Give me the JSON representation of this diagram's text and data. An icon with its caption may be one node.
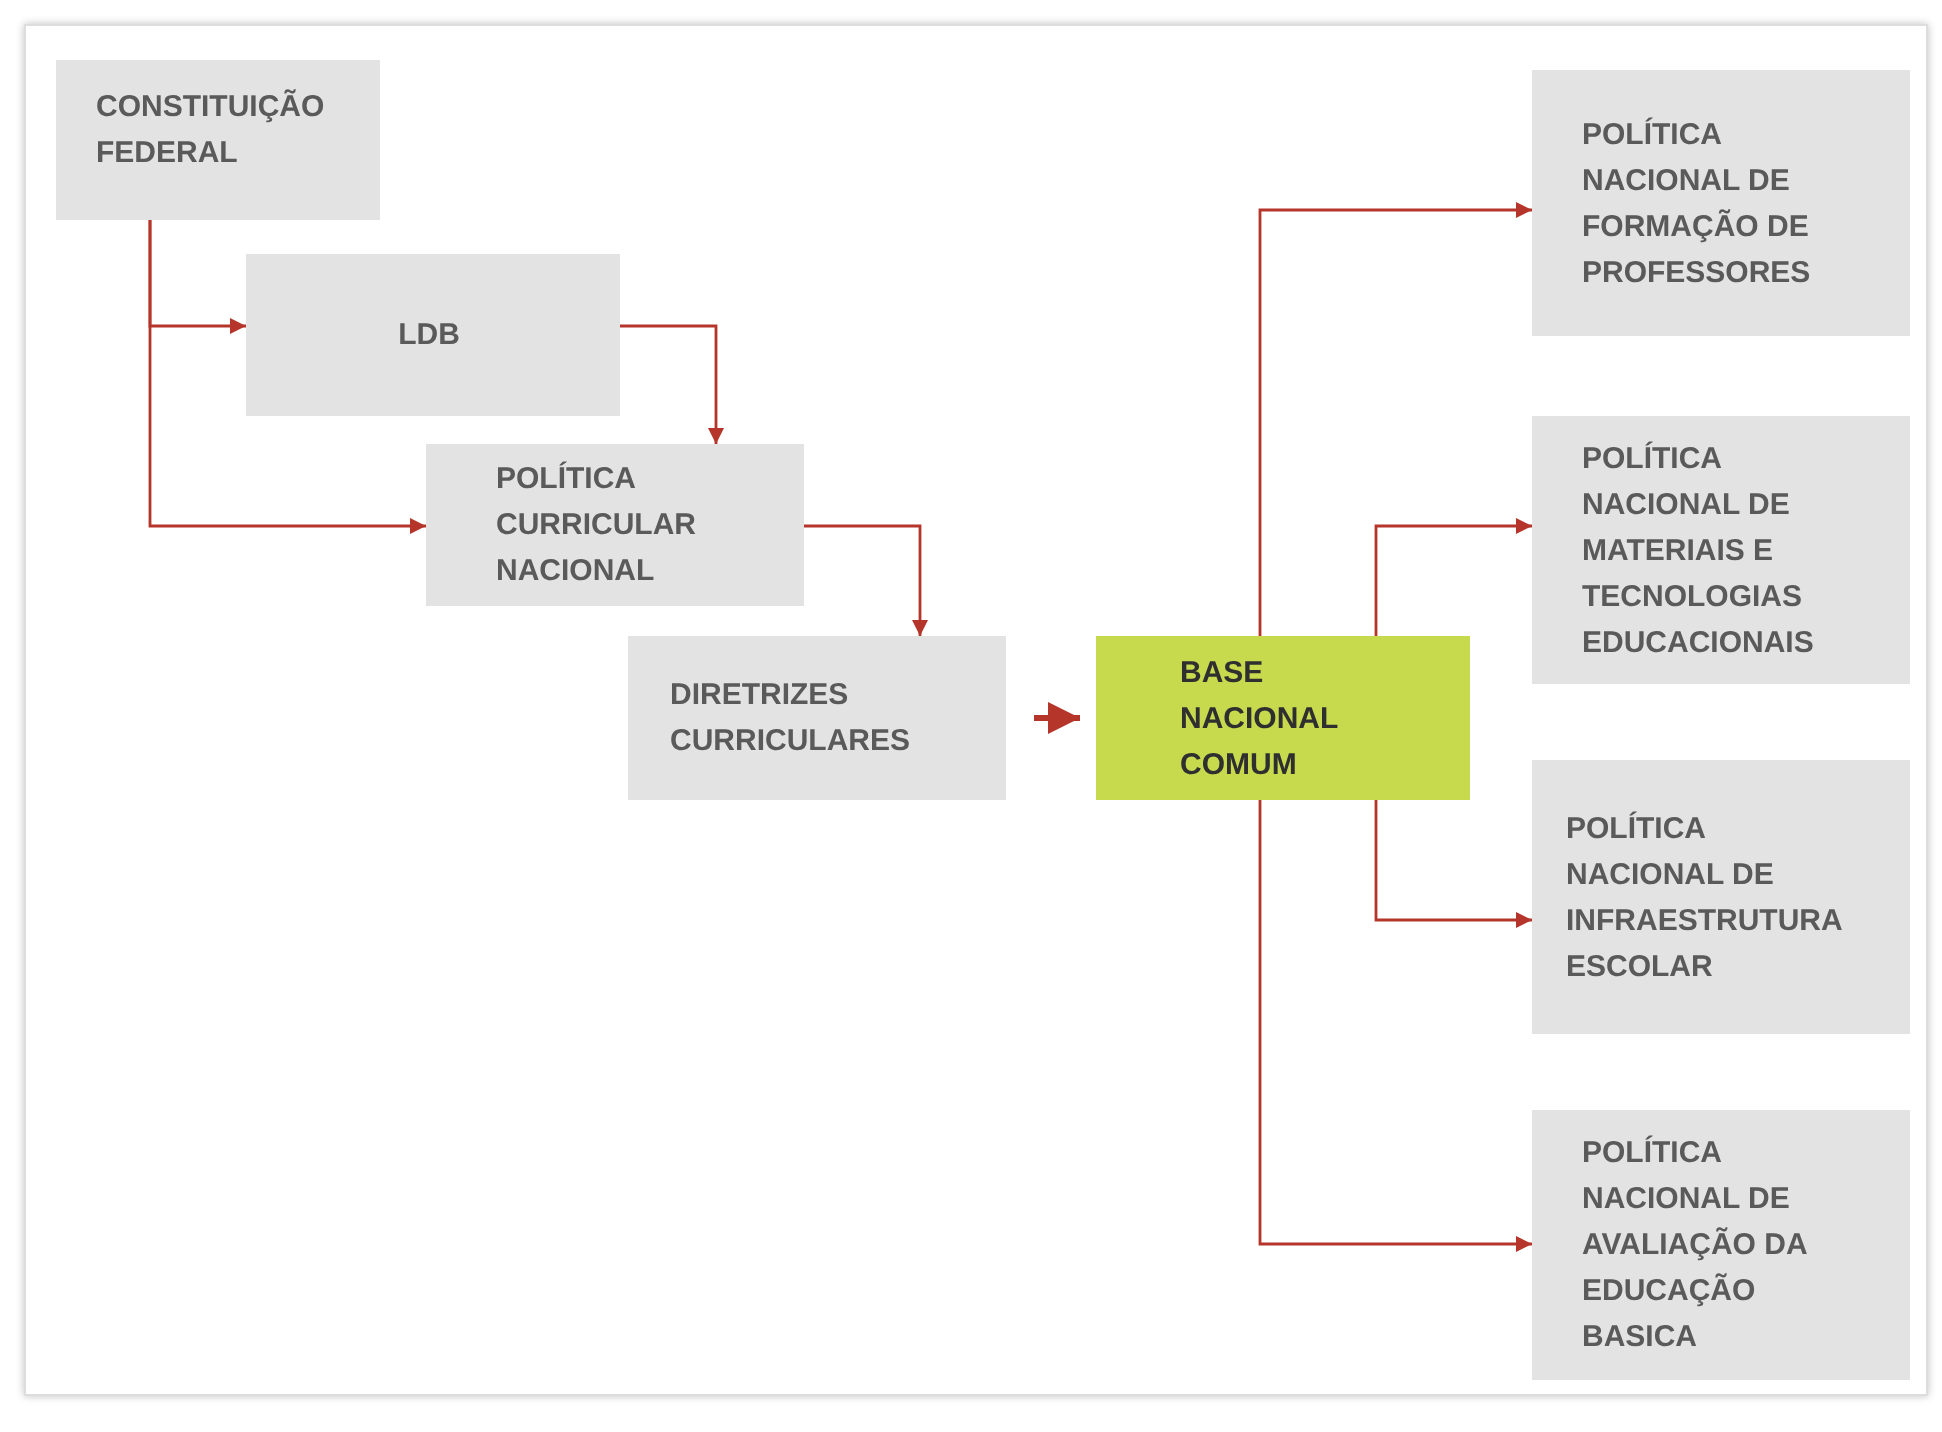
{
  "diagram": {
    "nodes": [
      {
        "text": [
          "CONSTITUIÇÃO FEDERAL"
        ]
      },
      {
        "text": [
          "LDB"
        ]
      },
      {
        "text": [
          "POLÍTICA CURRICULAR NACIONAL"
        ]
      },
      {
        "text": [
          "DIRETRIZES CURRICULARES"
        ]
      },
      {
        "text": [
          "BASE NACIONAL COMUM"
        ]
      },
      {
        "text": [
          "POLÍTICA NACIONAL DE FORMAÇÃO DE PROFESSORES"
        ]
      },
      {
        "text": [
          "POLÍTICA NACIONAL DE MATERIAIS E TECNOLOGIAS EDUCACIONAIS"
        ]
      },
      {
        "text": [
          "POLÍTICA NACIONAL DE INFRAESTRUTURA ESCOLAR"
        ]
      },
      {
        "text": [
          "POLÍTICA NACIONAL DE AVALIAÇÃO DA EDUCAÇÃO BASICA"
        ]
      }
    ],
    "edges": [
      {
        "from": 0,
        "to": 1,
        "arrow": "to"
      },
      {
        "from": 0,
        "to": 2,
        "arrow": "to"
      },
      {
        "from": 1,
        "to": 2,
        "arrow": "to"
      },
      {
        "from": 2,
        "to": 3,
        "arrow": "to"
      },
      {
        "from": 3,
        "to": 4,
        "arrow": "to",
        "style": "thick"
      },
      {
        "from": 4,
        "to": 5,
        "arrow": "to"
      },
      {
        "from": 4,
        "to": 6,
        "arrow": "to"
      },
      {
        "from": 4,
        "to": 7,
        "arrow": "to"
      },
      {
        "from": 4,
        "to": 8,
        "arrow": "to"
      }
    ]
  }
}
